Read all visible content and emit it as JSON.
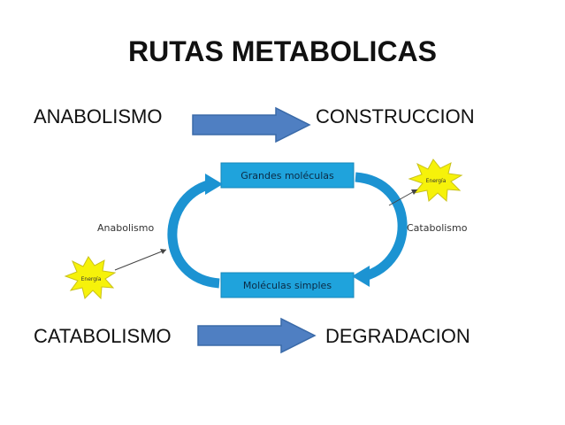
{
  "title": "RUTAS METABOLICAS",
  "rows": [
    {
      "term": "ANABOLISMO",
      "meaning": "CONSTRUCCION"
    },
    {
      "term": "CATABOLISMO",
      "meaning": "DEGRADACION"
    }
  ],
  "cycle": {
    "top_box": "Grandes moléculas",
    "bottom_box": "Moléculas simples",
    "left_label": "Anabolismo",
    "right_label": "Catabolismo",
    "energy_label": "Energía"
  },
  "colors": {
    "arrow_fill": "#4f7fc2",
    "arrow_stroke": "#3a6aa8",
    "box_fill": "#1fa3dc",
    "cycle_arrow": "#1c93d2",
    "star_fill": "#f6f20a",
    "star_stroke": "#c9c21a"
  }
}
